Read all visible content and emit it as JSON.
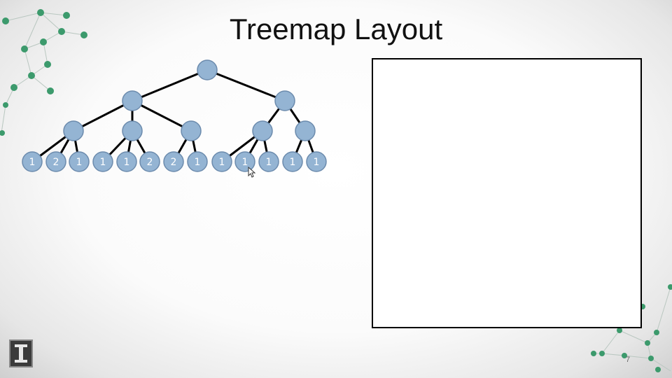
{
  "slide": {
    "title": "Treemap Layout",
    "page_number": "7"
  },
  "tree": {
    "leaf_values": [
      "1",
      "2",
      "1",
      "1",
      "1",
      "2",
      "2",
      "1",
      "1",
      "1",
      "1",
      "1",
      "1"
    ]
  },
  "colors": {
    "node_fill": "#94b4d3",
    "node_stroke": "#6c8bad",
    "edge": "#000000",
    "network": "#3c9a6c"
  },
  "icons": {
    "logo": "university-logo-icon",
    "cursor": "mouse-pointer-icon"
  }
}
